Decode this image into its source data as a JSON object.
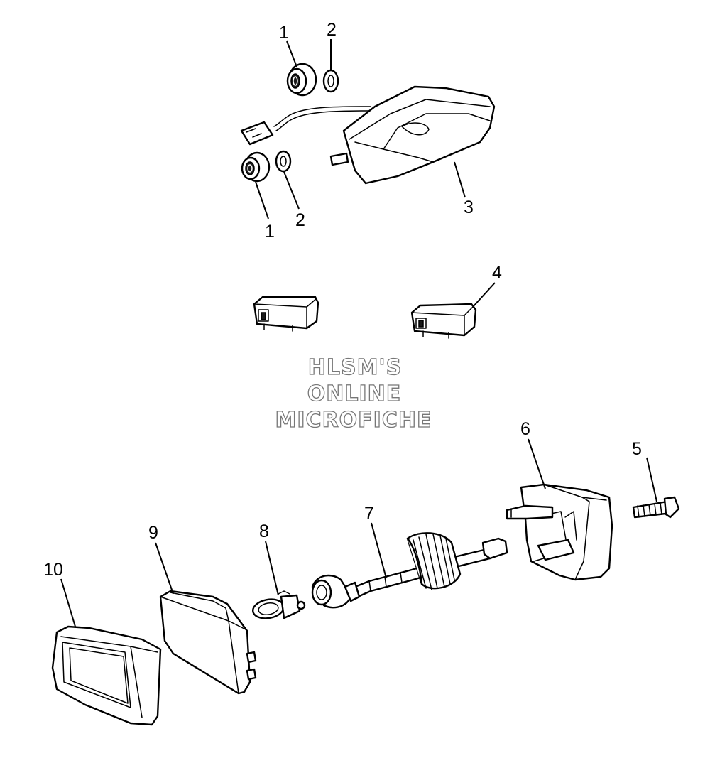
{
  "watermark": {
    "line1": "HLSM'S",
    "line2": "ONLINE",
    "line3": "MICROFICHE"
  },
  "callouts": {
    "c1_top": "1",
    "c2_top": "2",
    "c1_bottom": "1",
    "c2_bottom": "2",
    "c3": "3",
    "c4": "4",
    "c5": "5",
    "c6": "6",
    "c7": "7",
    "c8": "8",
    "c9": "9",
    "c10": "10"
  }
}
